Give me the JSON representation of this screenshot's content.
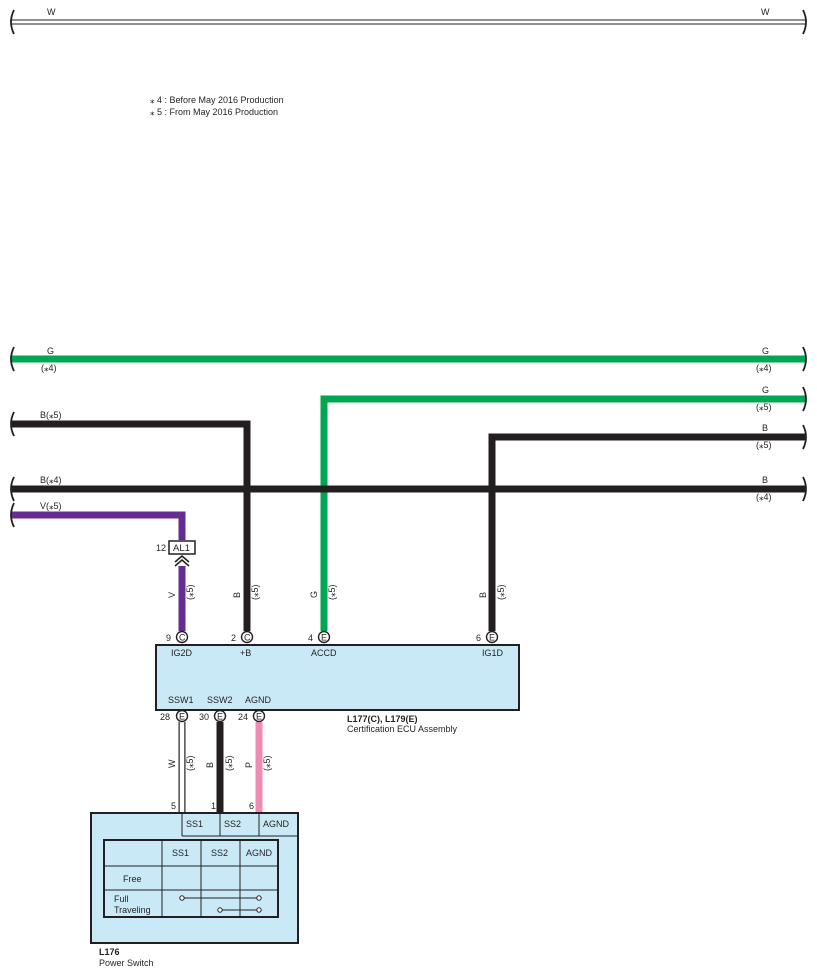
{
  "colors": {
    "black_wire": "#231f20",
    "green_wire": "#00a651",
    "violet_wire": "#662d91",
    "pink_wire": "#f08cb4",
    "white_wire": "#ffffff",
    "component_fill": "#c9e9f7"
  },
  "notes": [
    "⁎ 4 : Before May 2016 Production",
    "⁎ 5 : From May 2016 Production"
  ],
  "wires": {
    "top_w": {
      "left_label": "W",
      "right_label": "W"
    },
    "g_top": {
      "left_label": "G",
      "left_sub": "(⁎4)",
      "right_label": "G",
      "right_sub": "(⁎4)"
    },
    "g_accd": {
      "right_label": "G",
      "right_sub": "(⁎5)",
      "vertical_color": "G",
      "vertical_note": "(⁎5)"
    },
    "b_ig1d": {
      "right_label": "B",
      "right_sub": "(⁎5)",
      "vertical_color": "B",
      "vertical_note": "(⁎5)"
    },
    "b_plus": {
      "left_label": "B(⁎5)",
      "vertical_color": "B",
      "vertical_note": "(⁎5)"
    },
    "b_mid": {
      "left_label": "B(⁎4)",
      "right_label": "B",
      "right_sub": "(⁎4)"
    },
    "v_ig2d": {
      "left_label": "V(⁎5)",
      "vertical_color": "V",
      "vertical_note": "(⁎5)"
    },
    "ssw1": {
      "vertical_color": "W",
      "vertical_note": "(⁎5)"
    },
    "ssw2": {
      "vertical_color": "B",
      "vertical_note": "(⁎5)"
    },
    "agnd": {
      "vertical_color": "P",
      "vertical_note": "(⁎5)"
    }
  },
  "junction": {
    "pin": "12",
    "label": "AL1"
  },
  "ecu": {
    "code": "L177(C), L179(E)",
    "name": "Certification ECU Assembly",
    "top_pins": [
      {
        "num": "9",
        "conn": "C",
        "label": "IG2D"
      },
      {
        "num": "2",
        "conn": "C",
        "label": "+B"
      },
      {
        "num": "4",
        "conn": "E",
        "label": "ACCD"
      },
      {
        "num": "6",
        "conn": "E",
        "label": "IG1D"
      }
    ],
    "bottom_pins": [
      {
        "num": "28",
        "conn": "E",
        "label": "SSW1"
      },
      {
        "num": "30",
        "conn": "E",
        "label": "SSW2"
      },
      {
        "num": "24",
        "conn": "E",
        "label": "AGND"
      }
    ]
  },
  "switch": {
    "code": "L176",
    "name": "Power Switch",
    "pin_nums": [
      "5",
      "1",
      "6"
    ],
    "header": [
      "SS1",
      "SS2",
      "AGND"
    ],
    "table_header": [
      "SS1",
      "SS2",
      "AGND"
    ],
    "rows": [
      "Free",
      "Full",
      "Traveling"
    ]
  }
}
